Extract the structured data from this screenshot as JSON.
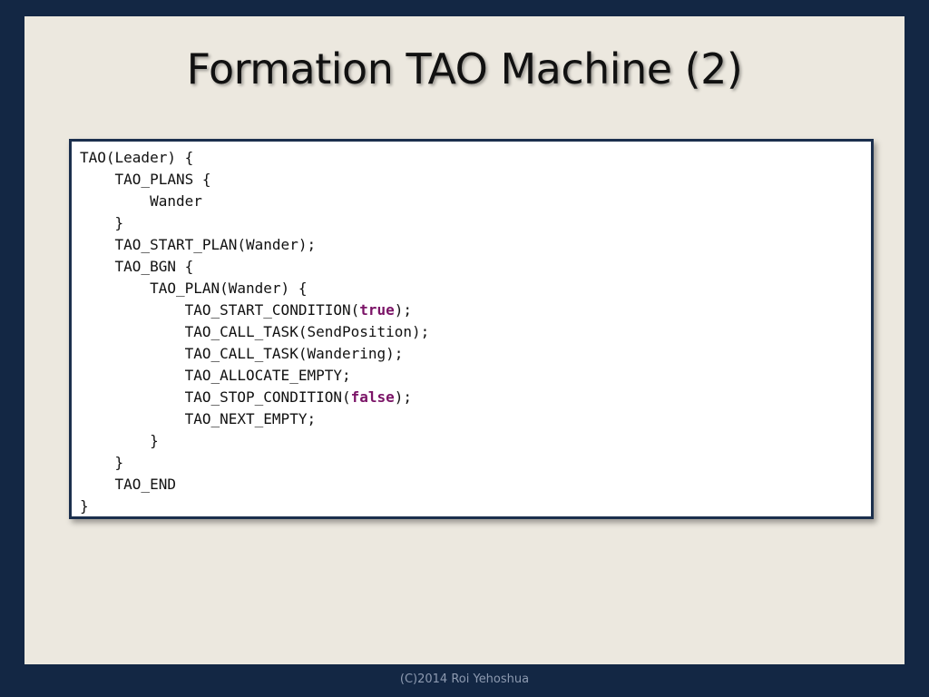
{
  "slide": {
    "title": "Formation TAO Machine (2)",
    "footer": "(C)2014 Roi Yehoshua"
  },
  "code_lines": [
    {
      "pre": "TAO(Leader) {",
      "kw": "",
      "post": ""
    },
    {
      "pre": "    TAO_PLANS {",
      "kw": "",
      "post": ""
    },
    {
      "pre": "        Wander",
      "kw": "",
      "post": ""
    },
    {
      "pre": "    }",
      "kw": "",
      "post": ""
    },
    {
      "pre": "    TAO_START_PLAN(Wander);",
      "kw": "",
      "post": ""
    },
    {
      "pre": "    TAO_BGN {",
      "kw": "",
      "post": ""
    },
    {
      "pre": "        TAO_PLAN(Wander) {",
      "kw": "",
      "post": ""
    },
    {
      "pre": "            TAO_START_CONDITION(",
      "kw": "true",
      "post": ");"
    },
    {
      "pre": "            TAO_CALL_TASK(SendPosition);",
      "kw": "",
      "post": ""
    },
    {
      "pre": "            TAO_CALL_TASK(Wandering);",
      "kw": "",
      "post": ""
    },
    {
      "pre": "            TAO_ALLOCATE_EMPTY;",
      "kw": "",
      "post": ""
    },
    {
      "pre": "            TAO_STOP_CONDITION(",
      "kw": "false",
      "post": ");"
    },
    {
      "pre": "            TAO_NEXT_EMPTY;",
      "kw": "",
      "post": ""
    },
    {
      "pre": "        }",
      "kw": "",
      "post": ""
    },
    {
      "pre": "    }",
      "kw": "",
      "post": ""
    },
    {
      "pre": "    TAO_END",
      "kw": "",
      "post": ""
    },
    {
      "pre": "}",
      "kw": "",
      "post": ""
    }
  ],
  "colors": {
    "frame": "#132744",
    "slide_background": "#ece8df",
    "keyword": "#7b1467",
    "code_border": "#1b2f4d"
  }
}
